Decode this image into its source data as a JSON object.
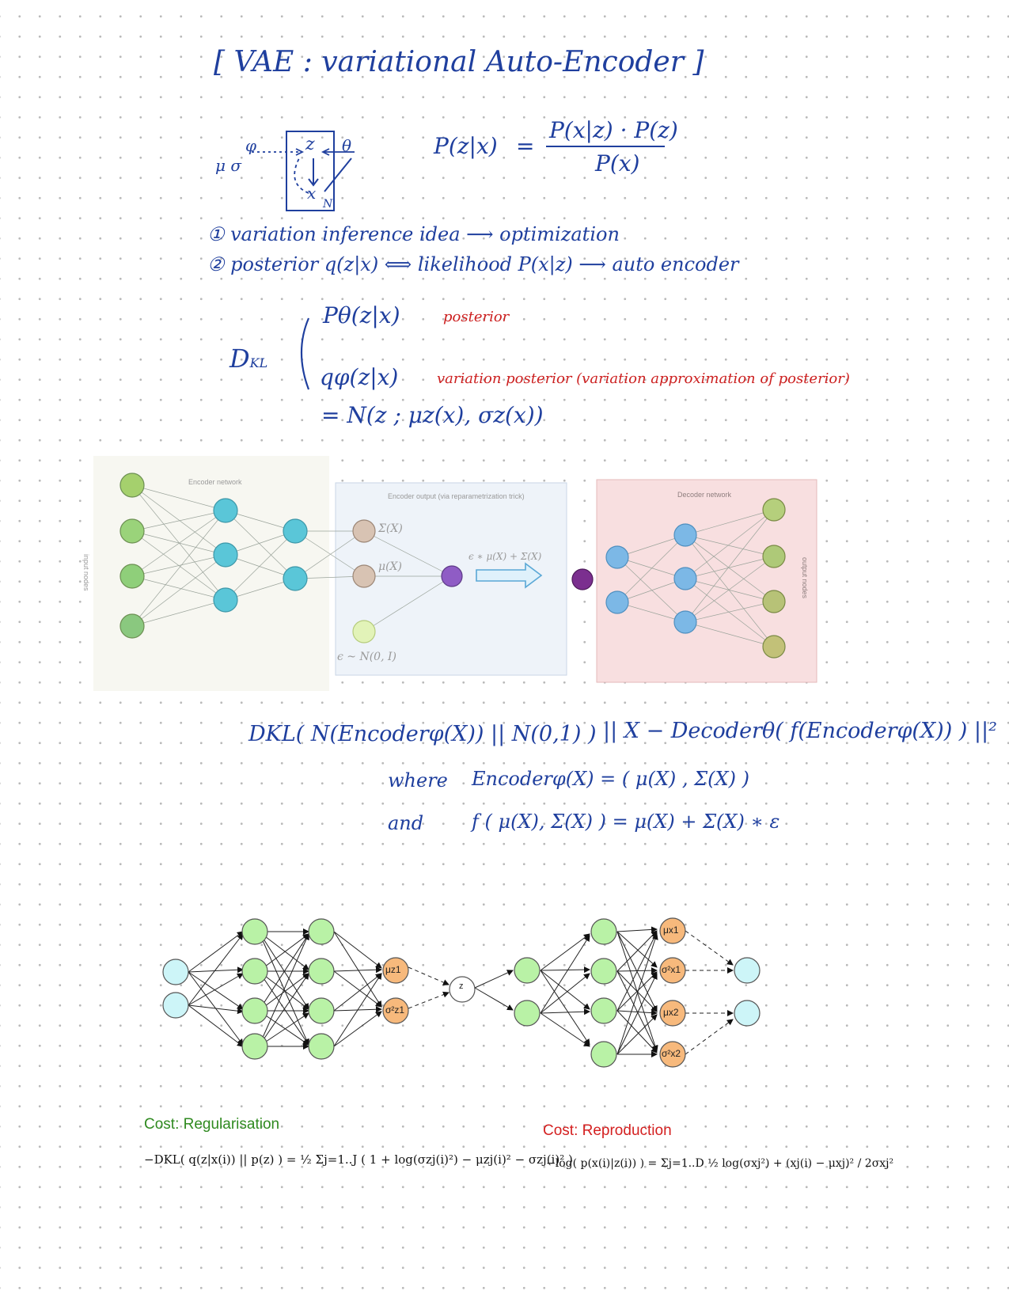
{
  "title": "[ VAE : variational Auto-Encoder ]",
  "sketch": {
    "mu_sigma": "μ σ",
    "phi": "φ",
    "z": "z",
    "theta": "θ",
    "x": "x",
    "n": "N"
  },
  "bayes": {
    "lhs": "P(z|x)",
    "eq": "=",
    "numerator": "P(x|z) · P(z)",
    "denominator": "P(x)"
  },
  "notes": [
    "① variation inference idea ⟶ optimization",
    "② posterior q(z|x) ⟺ likelihood P(x|z) ⟶ auto encoder"
  ],
  "dkl_block": {
    "dkl": "D",
    "dkl_sub": "KL",
    "p_term": "Pθ(z|x)",
    "p_label": "posterior",
    "q_term": "qφ(z|x)",
    "q_label": "variation posterior (variation approximation of posterior)",
    "normal": "= N(z ; μz(x), σz(x))"
  },
  "network_panel": {
    "encoder_title": "Encoder network",
    "encoder_output_title": "Encoder output (via reparametrization trick)",
    "decoder_title": "Decoder network",
    "input_label": "input nodes",
    "output_label": "output nodes",
    "sigma": "Σ(X)",
    "mu": "μ(X)",
    "epsilon": "ϵ ~ N(0, I)",
    "reparam": "ϵ ∗ μ(X) + Σ(X)"
  },
  "loss_notes": {
    "kl_term": "DKL( N(Encoderφ(X)) || N(0,1) )",
    "recon_term": "|| X − Decoderθ( f(Encoderφ(X)) ) ||²",
    "where_label": "where",
    "where_eq": "Encoderφ(X) = ( μ(X) , Σ(X) )",
    "and_label": "and",
    "and_eq": "f ( μ(X), Σ(X) ) = μ(X) + Σ(X) ∗ ε"
  },
  "bottom_network": {
    "z": "z",
    "mu_z1": "μz1",
    "sigma_z1": "σ²z1",
    "mu_x1": "μx1",
    "sigma_x1": "σ²x1",
    "mu_x2": "μx2",
    "sigma_x2": "σ²x2"
  },
  "cost": {
    "reg_label": "Cost: Regularisation",
    "reg_formula": "−DKL( q(z|x(i)) || p(z) ) = ½ Σj=1..J ( 1 + log(σzj(i)²) − μzj(i)² − σzj(i)² )",
    "rep_label": "Cost: Reproduction",
    "rep_formula": "−log( p(x(i)|z(i)) ) = Σj=1..D ½ log(σxj²) + (xj(i) − μxj)² / 2σxj²"
  },
  "colors": {
    "ink": "#1f3f9e",
    "red_ink": "#cc1f1f",
    "cost_reg": "#2f8a20",
    "cost_rep": "#d42020",
    "node_green": "#9ed67a",
    "node_teal": "#5ac6d8",
    "node_orange": "#f7b97c",
    "node_cyan": "#cdf5f8"
  }
}
